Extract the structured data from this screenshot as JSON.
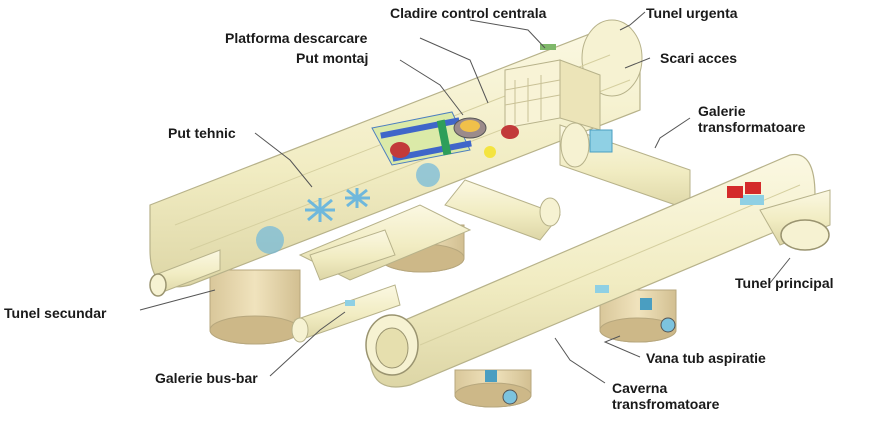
{
  "labels": {
    "cladire": "Cladire control centrala",
    "tunel_urgenta": "Tunel urgenta",
    "platforma": "Platforma descarcare",
    "put_montaj": "Put montaj",
    "scari": "Scari acces",
    "galerie_tr_1": "Galerie",
    "galerie_tr_2": "transformatoare",
    "put_tehnic": "Put tehnic",
    "tunel_principal": "Tunel principal",
    "tunel_secundar": "Tunel secundar",
    "vana": "Vana tub aspiratie",
    "galerie_busbar": "Galerie bus-bar",
    "caverna_1": "Caverna",
    "caverna_2": "transfromatoare"
  },
  "colors": {
    "body_fill": "#f3efc6",
    "body_stroke": "#b7b28a",
    "shaft_fill": "#e9d9ae",
    "water": "#7cc3de",
    "equipment_blue": "#8fd0e4",
    "equipment_red": "#d42a2a",
    "leader": "#555555"
  }
}
